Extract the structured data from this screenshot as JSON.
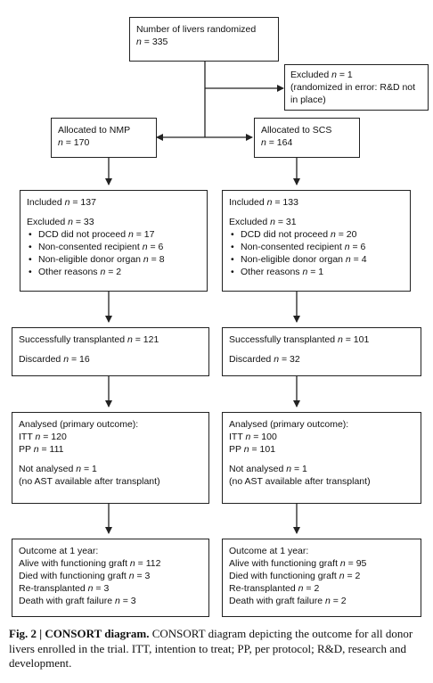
{
  "start": {
    "title": "Number of livers randomized",
    "n_label": "n",
    "n_value": "= 335"
  },
  "excluded_top": {
    "label": "Excluded ",
    "n_label": "n",
    "n_value": " = 1",
    "reason_l1": "(randomized in error: R&D not",
    "reason_l2": "in place)"
  },
  "left": {
    "alloc": {
      "title": "Allocated to NMP",
      "n_label": "n",
      "n_value": " = 170"
    },
    "included": {
      "label": "Included ",
      "n_label": "n",
      "n_value": " = 137"
    },
    "excluded": {
      "label": "Excluded ",
      "n_label": "n",
      "n_value": " = 33"
    },
    "reasons": [
      {
        "text": "DCD did not proceed ",
        "n_label": "n",
        "n_value": " = 17"
      },
      {
        "text": "Non-consented recipient ",
        "n_label": "n",
        "n_value": " = 6"
      },
      {
        "text": "Non-eligible donor organ ",
        "n_label": "n",
        "n_value": " = 8"
      },
      {
        "text": "Other reasons ",
        "n_label": "n",
        "n_value": " = 2"
      }
    ],
    "transplanted": {
      "label": "Successfully transplanted ",
      "n_label": "n",
      "n_value": " = 121"
    },
    "discarded": {
      "label": "Discarded ",
      "n_label": "n",
      "n_value": " = 16"
    },
    "analysed": {
      "title": "Analysed (primary outcome):",
      "itt": "ITT ",
      "itt_n": "n",
      "itt_value": " = 120",
      "pp": "PP ",
      "pp_n": "n",
      "pp_value": " = 111",
      "not_label": "Not analysed ",
      "not_n": "n",
      "not_value": " = 1",
      "not_reason": "(no AST available after transplant)"
    },
    "outcome": {
      "title": "Outcome at 1 year:",
      "rows": [
        {
          "text": "Alive with functioning graft ",
          "n_label": "n",
          "n_value": " = 112"
        },
        {
          "text": "Died with functioning graft ",
          "n_label": "n",
          "n_value": " = 3"
        },
        {
          "text": "Re-transplanted ",
          "n_label": "n",
          "n_value": " = 3"
        },
        {
          "text": "Death with graft failure ",
          "n_label": "n",
          "n_value": " = 3"
        }
      ]
    }
  },
  "right": {
    "alloc": {
      "title": "Allocated to SCS",
      "n_label": "n",
      "n_value": " = 164"
    },
    "included": {
      "label": "Included ",
      "n_label": "n",
      "n_value": " = 133"
    },
    "excluded": {
      "label": "Excluded ",
      "n_label": "n",
      "n_value": " = 31"
    },
    "reasons": [
      {
        "text": "DCD did not proceed ",
        "n_label": "n",
        "n_value": " = 20"
      },
      {
        "text": "Non-consented recipient ",
        "n_label": "n",
        "n_value": " = 6"
      },
      {
        "text": "Non-eligible donor organ ",
        "n_label": "n",
        "n_value": " = 4"
      },
      {
        "text": "Other reasons ",
        "n_label": "n",
        "n_value": " = 1"
      }
    ],
    "transplanted": {
      "label": "Successfully transplanted ",
      "n_label": "n",
      "n_value": " = 101"
    },
    "discarded": {
      "label": "Discarded ",
      "n_label": "n",
      "n_value": " = 32"
    },
    "analysed": {
      "title": "Analysed (primary outcome):",
      "itt": "ITT ",
      "itt_n": "n",
      "itt_value": " = 100",
      "pp": "PP ",
      "pp_n": "n",
      "pp_value": " = 101",
      "not_label": "Not analysed ",
      "not_n": "n",
      "not_value": " = 1",
      "not_reason": "(no AST available after transplant)"
    },
    "outcome": {
      "title": "Outcome at 1 year:",
      "rows": [
        {
          "text": "Alive with functioning graft ",
          "n_label": "n",
          "n_value": " = 95"
        },
        {
          "text": "Died with functioning graft ",
          "n_label": "n",
          "n_value": " = 2"
        },
        {
          "text": "Re-transplanted ",
          "n_label": "n",
          "n_value": " = 2"
        },
        {
          "text": "Death with graft failure ",
          "n_label": "n",
          "n_value": " = 2"
        }
      ]
    }
  },
  "caption": {
    "fig": "Fig. 2 | CONSORT diagram.",
    "text": " CONSORT diagram depicting the outcome for all donor livers enrolled in the trial. ITT, intention to treat; PP, per protocol; R&D, research and development."
  }
}
